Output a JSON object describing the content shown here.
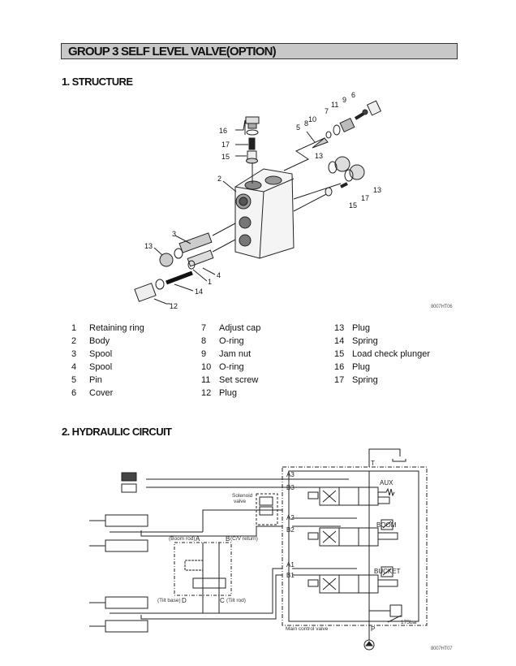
{
  "header": {
    "title": "GROUP  3  SELF LEVEL VALVE(OPTION)"
  },
  "structure": {
    "title": "1. STRUCTURE",
    "figure_code": "8007HT06",
    "callouts": [
      "1",
      "2",
      "3",
      "4",
      "5",
      "6",
      "7",
      "8",
      "9",
      "10",
      "11",
      "12",
      "13",
      "14",
      "15",
      "16",
      "17",
      "13",
      "15",
      "17",
      "13"
    ],
    "parts": [
      [
        {
          "num": "1",
          "name": "Retaining ring"
        },
        {
          "num": "2",
          "name": "Body"
        },
        {
          "num": "3",
          "name": "Spool"
        },
        {
          "num": "4",
          "name": "Spool"
        },
        {
          "num": "5",
          "name": "Pin"
        },
        {
          "num": "6",
          "name": "Cover"
        }
      ],
      [
        {
          "num": "7",
          "name": "Adjust cap"
        },
        {
          "num": "8",
          "name": "O-ring"
        },
        {
          "num": "9",
          "name": "Jam nut"
        },
        {
          "num": "10",
          "name": "O-ring"
        },
        {
          "num": "11",
          "name": "Set screw"
        },
        {
          "num": "12",
          "name": "Plug"
        }
      ],
      [
        {
          "num": "13",
          "name": "Plug"
        },
        {
          "num": "14",
          "name": "Spring"
        },
        {
          "num": "15",
          "name": "Load check plunger"
        },
        {
          "num": "16",
          "name": "Plug"
        },
        {
          "num": "17",
          "name": "Spring"
        }
      ]
    ]
  },
  "hydraulic": {
    "title": "2. HYDRAULIC CIRCUIT",
    "figure_code": "8007HT07",
    "labels": {
      "solenoid_valve_1": "Solenoid",
      "solenoid_valve_2": "valve",
      "boom_rod": "(Boom rod)",
      "port_a": "A",
      "port_b": "B",
      "cv_return": "(C/V return)",
      "tilt_base": "(Tilt base)",
      "port_d": "D",
      "port_c": "C",
      "tilt_rod": "(Tilt rod)",
      "a3": "A3",
      "b3": "B3",
      "a2": "A2",
      "b2": "B2",
      "a1": "A1",
      "b1": "B1",
      "t": "T",
      "p": "P",
      "aux": "AUX",
      "boom": "BOOM",
      "bucket": "BUCKET",
      "relief": "175bar",
      "main_control_valve": "Main control valve"
    }
  }
}
